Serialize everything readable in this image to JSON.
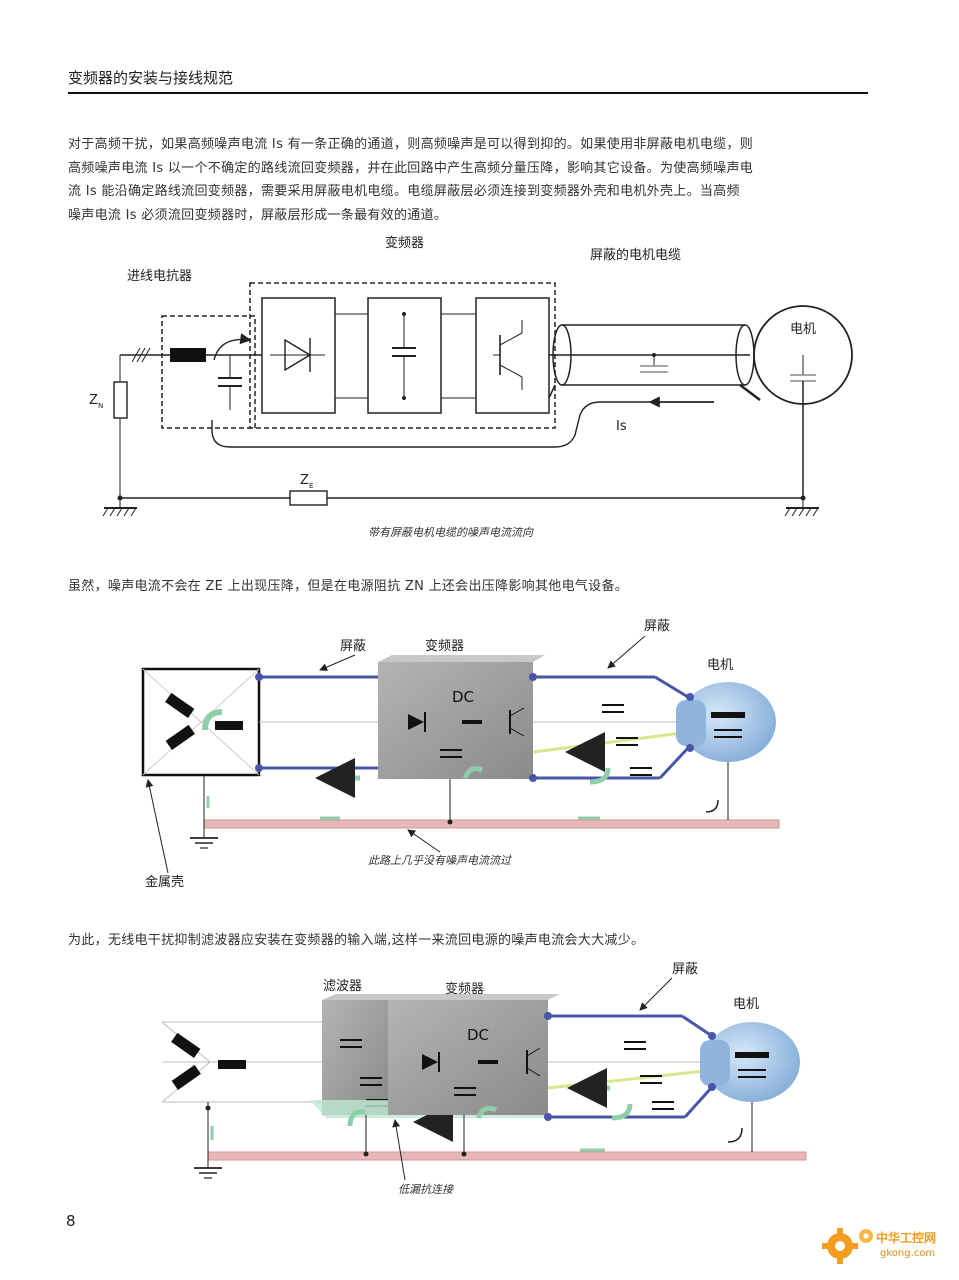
{
  "header": {
    "title": "变频器的安装与接线规范"
  },
  "paragraphs": {
    "p1": [
      "对于高频干扰，如果高频噪声电流 Is 有一条正确的通道，则高频噪声是可以得到抑的。如果使用非屏蔽电机电缆，则",
      "高频噪声电流 Is 以一个不确定的路线流回变频器，并在此回路中产生高频分量压降，影响其它设备。为使高频噪声电",
      "流 Is 能沿确定路线流回变频器，需要采用屏蔽电机电缆。电缆屏蔽层必须连接到变频器外壳和电机外壳上。当高频",
      "噪声电流 Is 必须流回变频器时，屏蔽层形成一条最有效的通道。"
    ],
    "p2": "虽然，噪声电流不会在 ZE 上出现压降，但是在电源阻抗 ZN 上还会出压降影响其他电气设备。",
    "p3": "为此，无线电干扰抑制滤波器应安装在变频器的输入端,这样一来流回电源的噪声电流会大大减少。"
  },
  "figure1": {
    "label_inverter": "变频器",
    "label_shielded_cable": "屏蔽的电机电缆",
    "label_reactor": "进线电抗器",
    "label_motor": "电机",
    "label_zn": "Z",
    "label_zn_sub": "N",
    "label_ze": "Z",
    "label_ze_sub": "E",
    "label_is": "Is",
    "caption": "带有屏蔽电机电缆的噪声电流流向"
  },
  "figure2": {
    "label_shield_left": "屏蔽",
    "label_inverter": "变频器",
    "label_shield_right": "屏蔽",
    "label_motor": "电机",
    "label_dc": "DC",
    "label_metal_case": "金属壳",
    "caption": "此路上几乎没有噪声电流流过"
  },
  "figure3": {
    "label_filter": "滤波器",
    "label_inverter": "变频器",
    "label_shield": "屏蔽",
    "label_motor": "电机",
    "label_dc": "DC",
    "caption": "低漏抗连接"
  },
  "footer": {
    "page_number": "8",
    "logo_text": "中华工控网",
    "logo_url_text": "gkong.com"
  },
  "colors": {
    "shield_blue": "#4a55a8",
    "box_gray": "#9a9a9a",
    "ground_pink": "#e8b8b8",
    "arrow_green": "#8fcfa8",
    "motor_blue": "#9fc3e6",
    "logo_orange": "#f39c1f"
  }
}
